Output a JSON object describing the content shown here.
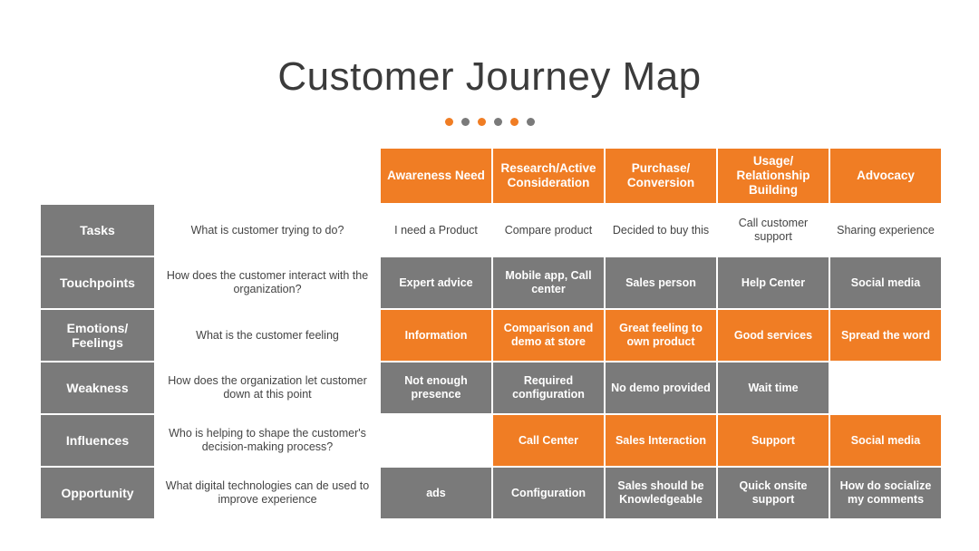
{
  "title": "Customer Journey Map",
  "dot_colors": [
    "#f07d24",
    "#7a7a7a",
    "#f07d24",
    "#7a7a7a",
    "#f07d24",
    "#7a7a7a"
  ],
  "stages": [
    "Awareness Need",
    "Research/Active Consideration",
    "Purchase/ Conversion",
    "Usage/ Relationship Building",
    "Advocacy"
  ],
  "rows": [
    {
      "label": "Tasks",
      "question": "What is customer trying to do?",
      "style": "plain",
      "cells": [
        "I need a Product",
        "Compare product",
        "Decided to buy this",
        "Call customer support",
        "Sharing experience"
      ]
    },
    {
      "label": "Touchpoints",
      "question": "How does the customer interact with the organization?",
      "style": "gray",
      "cells": [
        "Expert advice",
        "Mobile app, Call center",
        "Sales person",
        "Help Center",
        "Social media"
      ]
    },
    {
      "label": "Emotions/ Feelings",
      "question": "What is the customer feeling",
      "style": "orange",
      "cells": [
        "Information",
        "Comparison and demo at store",
        "Great feeling to own product",
        "Good services",
        "Spread the word"
      ]
    },
    {
      "label": "Weakness",
      "question": "How does the organization let customer down at this point",
      "style": "gray",
      "cells": [
        "Not enough presence",
        "Required configuration",
        "No demo provided",
        "Wait time",
        ""
      ]
    },
    {
      "label": "Influences",
      "question": "Who is helping to shape the customer's decision-making process?",
      "style": "orange",
      "cells": [
        "",
        "Call Center",
        "Sales Interaction",
        "Support",
        "Social media"
      ]
    },
    {
      "label": "Opportunity",
      "question": "What digital technologies can de used to improve experience",
      "style": "gray",
      "cells": [
        "ads",
        "Configuration",
        "Sales should be Knowledgeable",
        "Quick onsite support",
        "How do socialize my comments"
      ]
    }
  ],
  "colors": {
    "accent": "#f07d24",
    "gray": "#7a7a7a"
  }
}
